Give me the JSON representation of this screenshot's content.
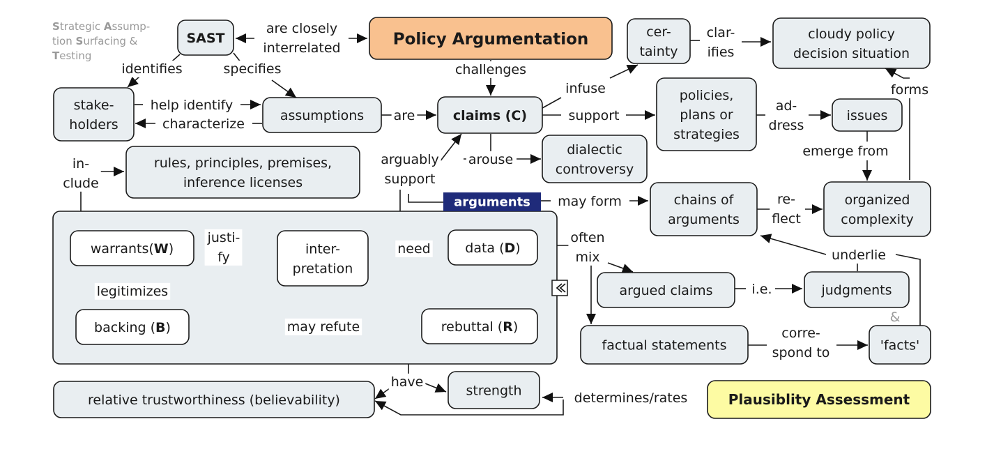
{
  "note": {
    "lines": [
      [
        {
          "t": "S",
          "b": true
        },
        {
          "t": "trategic "
        },
        {
          "t": "A",
          "b": true
        },
        {
          "t": "ssump-"
        }
      ],
      [
        {
          "t": "tion "
        },
        {
          "t": "S",
          "b": true
        },
        {
          "t": "urfacing &"
        }
      ],
      [
        {
          "t": "T",
          "b": true
        },
        {
          "t": "esting"
        }
      ]
    ]
  },
  "nodes": {
    "sast": "SAST",
    "policy_argumentation": "Policy Argumentation",
    "certainty": [
      "cer-",
      "tainty"
    ],
    "cloudy": [
      "cloudy policy",
      "decision situation"
    ],
    "stakeholders": [
      "stake-",
      "holders"
    ],
    "assumptions": "assumptions",
    "claims": "claims (C)",
    "policies": [
      "policies,",
      "plans or",
      "strategies"
    ],
    "issues": "issues",
    "rules": [
      "rules, principles, premises,",
      "inference licenses"
    ],
    "dialectic": [
      "dialectic",
      "controversy"
    ],
    "arguments": "arguments",
    "chains": [
      "chains of",
      "arguments"
    ],
    "organized": [
      "organized",
      "complexity"
    ],
    "warrants": [
      {
        "t": "warrants("
      },
      {
        "t": "W",
        "b": true
      },
      {
        "t": ")"
      }
    ],
    "interpretation": [
      "inter-",
      "pretation"
    ],
    "data": [
      {
        "t": "data ("
      },
      {
        "t": "D",
        "b": true
      },
      {
        "t": ")"
      }
    ],
    "backing": [
      {
        "t": "backing ("
      },
      {
        "t": "B",
        "b": true
      },
      {
        "t": ")"
      }
    ],
    "rebuttal": [
      {
        "t": "rebuttal ("
      },
      {
        "t": "R",
        "b": true
      },
      {
        "t": ")"
      }
    ],
    "argued_claims": "argued claims",
    "judgments": "judgments",
    "factual": "factual statements",
    "facts": "'facts'",
    "trust": "relative trustworthiness (believability)",
    "strength": "strength",
    "plausibility": "Plausiblity Assessment"
  },
  "links": {
    "are_closely": [
      "are closely",
      "interrelated"
    ],
    "identifies": "identifies",
    "specifies": "specifies",
    "challenges": "challenges",
    "clarifies": [
      "clar-",
      "ifies"
    ],
    "forms": "forms",
    "help_identify": "help identify",
    "characterize": "characterize",
    "are": "are",
    "infuse": "infuse",
    "support": "support",
    "address": [
      "ad-",
      "dress"
    ],
    "emerge_from": "emerge from",
    "include": [
      "in-",
      "clude"
    ],
    "arguably_support": [
      "arguably",
      "support"
    ],
    "arouse": "arouse",
    "may_form": "may form",
    "reflect": [
      "re-",
      "flect"
    ],
    "justify": [
      "justi-",
      "fy"
    ],
    "need": "need",
    "often_mix": [
      "often",
      "mix"
    ],
    "legitimizes": "legitimizes",
    "may_refute": "may refute",
    "ie": "i.e.",
    "underlie": "underlie",
    "amp": "&",
    "correspond": [
      "corre-",
      "spond to"
    ],
    "have": "have",
    "determines": "determines/rates"
  },
  "icons": {
    "collapse": "collapse-icon"
  },
  "colors": {
    "node_fill": "#e9eef1",
    "node_white": "#ffffff",
    "policy_fill": "#f9c18f",
    "plausibility_fill": "#fdfba3",
    "arguments_tab": "#1f2b7a",
    "stroke": "#1a1a1a",
    "note_gray": "#9a9a9a"
  }
}
